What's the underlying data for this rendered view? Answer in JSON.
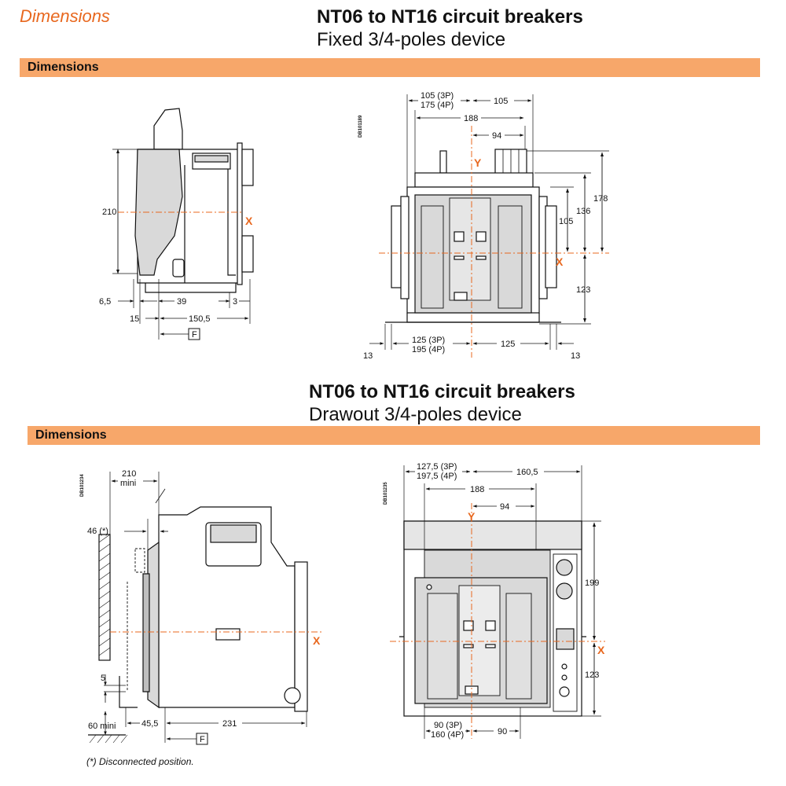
{
  "header": {
    "section_label": "Dimensions"
  },
  "fixed": {
    "title": "NT06 to NT16 circuit breakers",
    "subtitle": "Fixed 3/4-poles device",
    "band_label": "Dimensions",
    "drawing_code": "DB101189",
    "side": {
      "height": "210",
      "d_6_5": "6,5",
      "d_39": "39",
      "d_3": "3",
      "d_15": "15",
      "d_150_5": "150,5",
      "f_label": "F",
      "axis_x": "X"
    },
    "front": {
      "top_left_3p": "105 (3P)",
      "top_left_4p": "175 (4P)",
      "top_right": "105",
      "width": "188",
      "d_94": "94",
      "d_178": "178",
      "d_136": "136",
      "d_105": "105",
      "d_123": "123",
      "bot_left_3p": "125 (3P)",
      "bot_left_4p": "195 (4P)",
      "bot_right": "125",
      "d_13_left": "13",
      "d_13_right": "13",
      "axis_x": "X",
      "axis_y": "Y"
    }
  },
  "drawout": {
    "title": "NT06 to NT16 circuit breakers",
    "subtitle": "Drawout 3/4-poles device",
    "band_label": "Dimensions",
    "side": {
      "drawing_code": "DB101234",
      "d_210": "210",
      "d_mini": "mini",
      "d_46": "46 (*)",
      "d_5": "5",
      "d_60": "60 mini",
      "d_45_5": "45,5",
      "d_231": "231",
      "f_label": "F",
      "axis_x": "X"
    },
    "front": {
      "drawing_code": "DB101235",
      "top_left_3p": "127,5 (3P)",
      "top_left_4p": "197,5 (4P)",
      "top_right": "160,5",
      "width": "188",
      "d_94": "94",
      "d_199": "199",
      "d_123": "123",
      "bot_left_3p": "90 (3P)",
      "bot_left_4p": "160 (4P)",
      "bot_right": "90",
      "axis_x": "X",
      "axis_y": "Y"
    },
    "note": "(*) Disconnected position."
  },
  "colors": {
    "accent": "#e8681f",
    "band": "#f7a76a",
    "body_fill": "#d9d9d9",
    "line": "#111111"
  }
}
